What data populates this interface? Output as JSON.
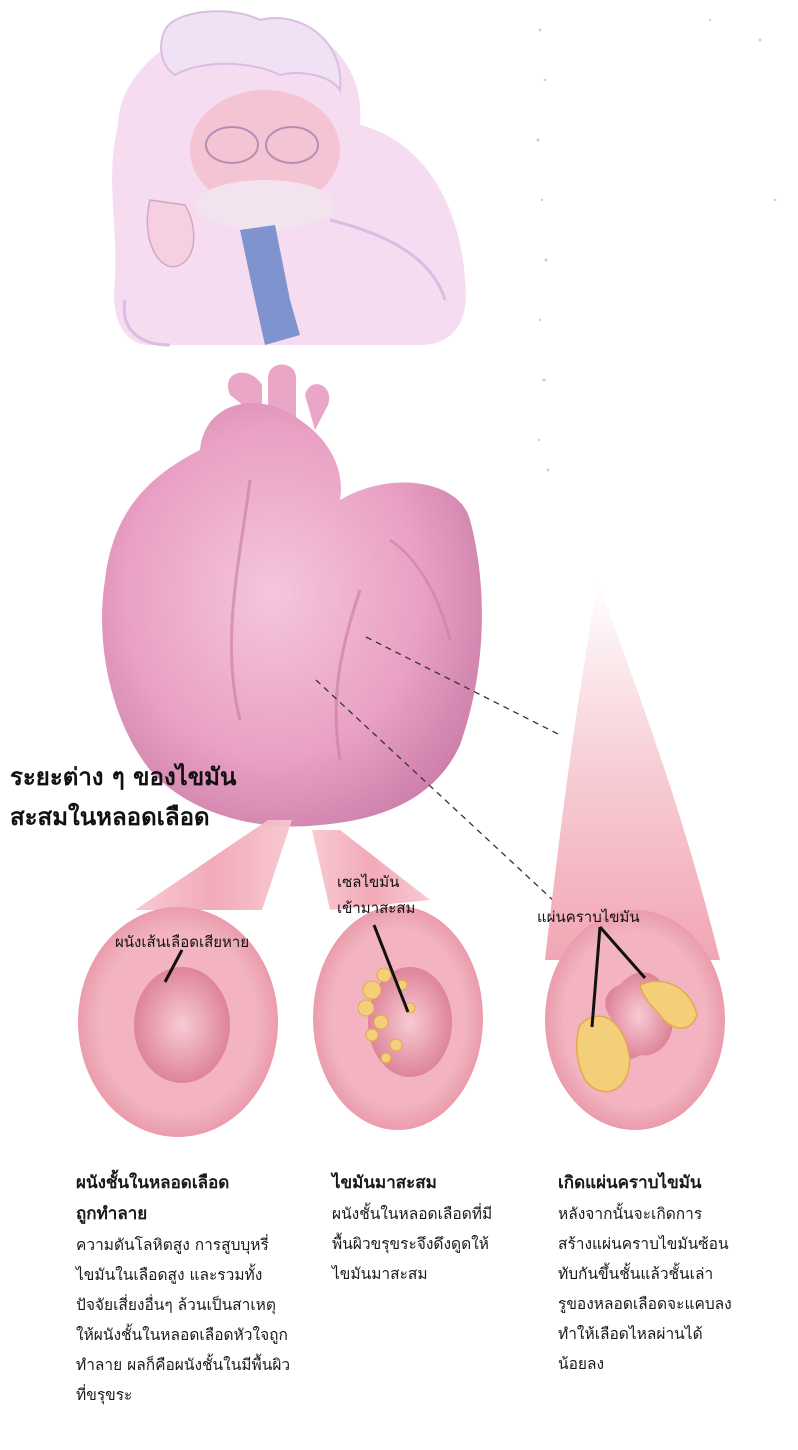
{
  "title": {
    "line1": "ระยะต่าง ๆ ของไขมัน",
    "line2": "สะสมในหลอดเลือด"
  },
  "labels": {
    "damaged_wall": "ผนังเส้นเลือดเสียหาย",
    "fat_cells_1": "เซลไขมัน",
    "fat_cells_2": "เข้ามาสะสม",
    "plaque": "แผ่นคราบไขมัน"
  },
  "captions": [
    {
      "heading_1": "ผนังชั้นในหลอดเลือด",
      "heading_2": "ถูกทำลาย",
      "lines": [
        "ความดันโลหิตสูง การสูบบุหรี่",
        "ไขมันในเลือดสูง และรวมทั้ง",
        "ปัจจัยเสี่ยงอื่นๆ ล้วนเป็นสาเหตุ",
        "ให้ผนังชั้นในหลอดเลือดหัวใจถูก",
        "ทำลาย ผลก็คือผนังชั้นในมีพื้นผิว",
        "ที่ขรุขระ"
      ]
    },
    {
      "heading_1": "ไขมันมาสะสม",
      "lines": [
        "ผนังชั้นในหลอดเลือดที่มี",
        "พื้นผิวขรุขระจึงดึงดูดให้",
        "ไขมันมาสะสม"
      ]
    },
    {
      "heading_1": "เกิดแผ่นคราบไขมัน",
      "lines": [
        "หลังจากนั้นจะเกิดการ",
        "สร้างแผ่นคราบไขมันซ้อน",
        "ทับกันขึ้นชั้นแล้วชั้นเล่า",
        "รูของหลอดเลือดจะแคบลง",
        "ทำให้เลือดไหลผ่านได้",
        "น้อยลง"
      ]
    }
  ],
  "colors": {
    "vessel_pink": "#f2a6b4",
    "heart_pink": "#e9a0c4",
    "fat_yellow": "#f3cf7a",
    "tie_blue": "#6a86c8"
  }
}
